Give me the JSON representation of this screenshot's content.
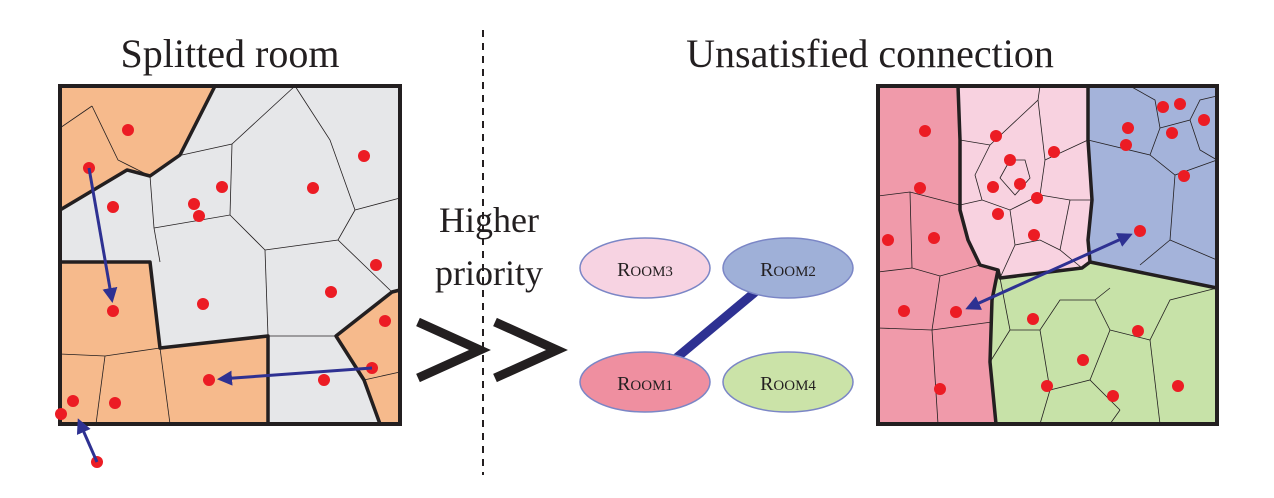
{
  "titles": {
    "left": "Splitted room",
    "right": "Unsatisfied connection"
  },
  "middle": {
    "line1": "Higher",
    "line2": "priority",
    "comparator": ">>"
  },
  "graph": {
    "rooms": [
      {
        "id": "room1",
        "cap": "R",
        "rest": "OOM1",
        "color": "#ef8fa0"
      },
      {
        "id": "room2",
        "cap": "R",
        "rest": "OOM2",
        "color": "#9fb0d8"
      },
      {
        "id": "room3",
        "cap": "R",
        "rest": "OOM3",
        "color": "#f7d3e2"
      },
      {
        "id": "room4",
        "cap": "R",
        "rest": "OOM4",
        "color": "#cbe3a8"
      }
    ],
    "edges": [
      {
        "from": "room1",
        "to": "room2"
      }
    ]
  },
  "colors": {
    "orange": "#f6ba8c",
    "gray": "#e6e7e9",
    "pink_dark": "#f09aaa",
    "pink_light": "#f8d2e0",
    "blue": "#a4b3da",
    "green": "#c7e2a8",
    "site": "#ec1c24",
    "arrow": "#2e3192"
  }
}
